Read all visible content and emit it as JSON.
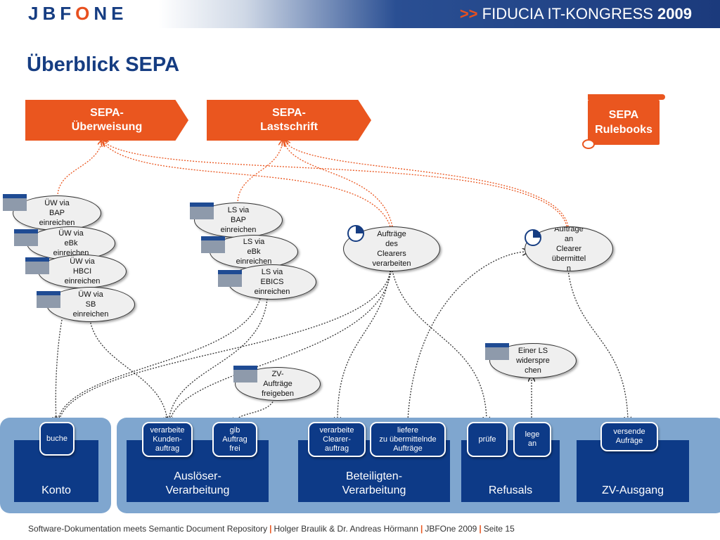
{
  "header": {
    "logo_a": "JBF",
    "logo_o": "O",
    "logo_b": "NE",
    "kongress_prefix": ">>",
    "kongress_text": "FIDUCIA IT-KONGRESS",
    "kongress_year": "2009"
  },
  "title": "Überblick SEPA",
  "top_arrows": {
    "ueberweisung": "SEPA-\nÜberweisung",
    "lastschrift": "SEPA-\nLastschrift",
    "rulebooks": "SEPA\nRulebooks"
  },
  "uw_tasks": [
    "ÜW via\nBAP\neinreichen",
    "ÜW via\neBk\neinreichen",
    "ÜW via\nHBCI\neinreichen",
    "ÜW via\nSB\neinreichen"
  ],
  "ls_tasks": [
    "LS via\nBAP\neinreichen",
    "LS via\neBk\neinreichen",
    "LS via\nEBICS\neinreichen"
  ],
  "clearer_tasks": {
    "verarbeiten": "Aufträge\ndes\nClearers\nverarbeiten",
    "uebermitteln": "Aufträge\nan\nClearer\nübermittel\nn"
  },
  "widersprechen": "Einer LS\nwiderspre\nchen",
  "zv_freigeben": "ZV-\nAufträge\nfreigeben",
  "panels": {
    "konto": "Konto",
    "ausloeser": "Auslöser-\nVerarbeitung",
    "beteiligten": "Beteiligten-\nVerarbeitung",
    "refusals": "Refusals",
    "zv_ausgang": "ZV-Ausgang"
  },
  "actions": {
    "buche": "buche",
    "verarbeite_kunden": "verarbeite\nKunden-\nauftrag",
    "gib_frei": "gib\nAuftrag\nfrei",
    "verarbeite_clearer": "verarbeite\nClearer-\nauftrag",
    "liefere": "liefere\nzu übermittelnde\nAufträge",
    "pruefe": "prüfe",
    "lege_an": "lege\nan",
    "versende": "versende\nAufräge"
  },
  "footer": {
    "part1": "Software-Dokumentation meets Semantic Document Repository",
    "sep": "|",
    "part2": "Holger Braulik & Dr. Andreas Hörmann",
    "part3": "JBFOne 2009",
    "part4": "Seite 15"
  },
  "colors": {
    "accent": "#ea561f",
    "brand": "#163d82",
    "panel": "#0d3a87",
    "band": "#7fa6cf"
  }
}
